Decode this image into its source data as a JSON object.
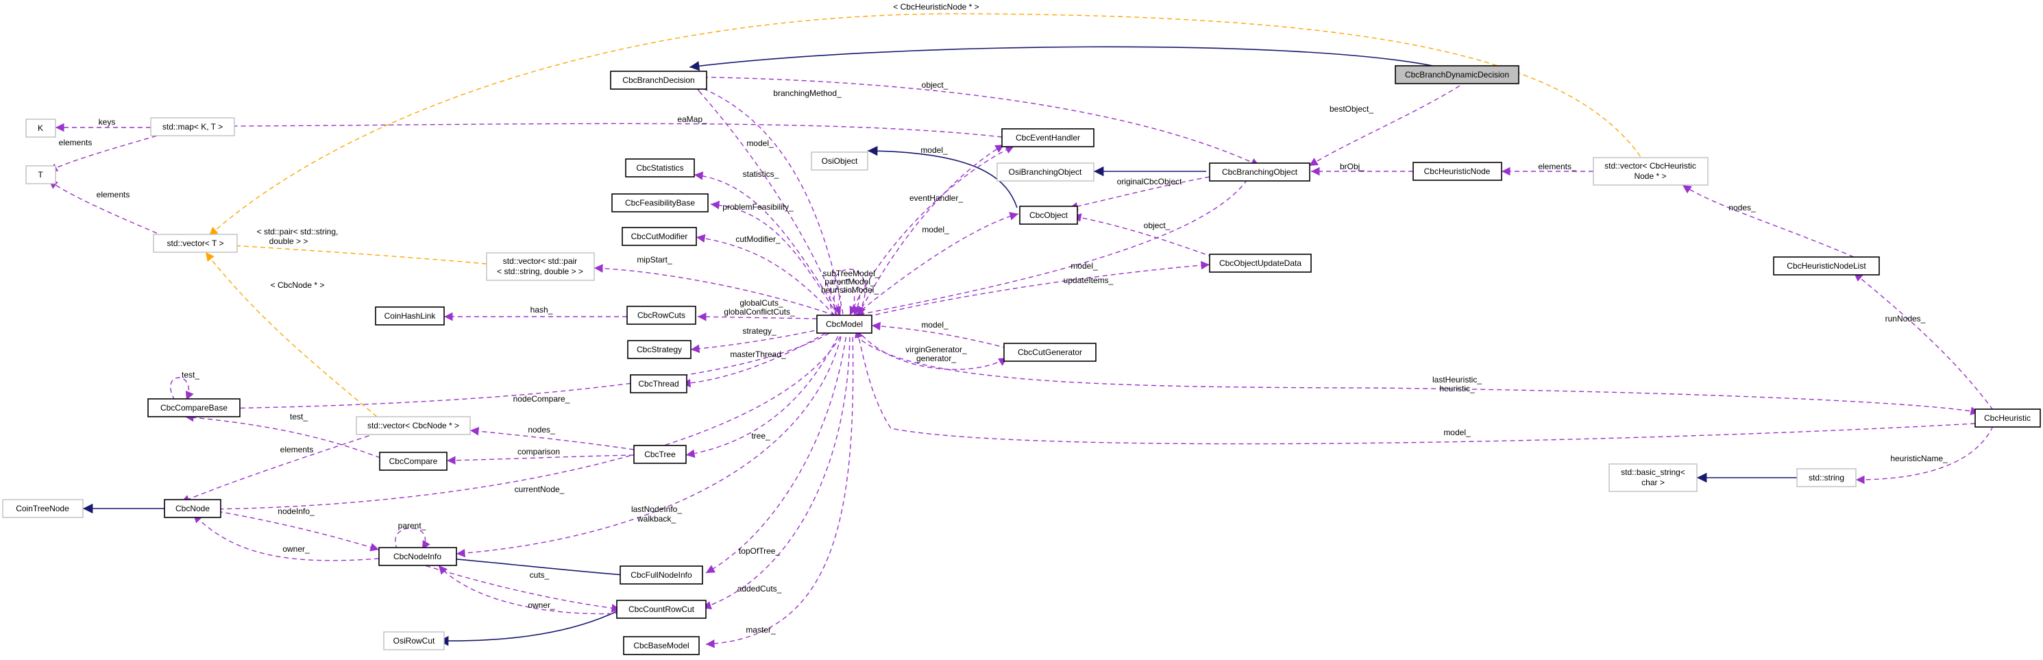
{
  "nodes": {
    "focus": "CbcBranchDynamicDecision",
    "branch_decision": "CbcBranchDecision",
    "branching_object": "CbcBranchingObject",
    "event_handler": "CbcEventHandler",
    "osi_object": "OsiObject",
    "osi_branching_object": "OsiBranchingObject",
    "cbc_object": "CbcObject",
    "object_update": "CbcObjectUpdateData",
    "statistics": "CbcStatistics",
    "feasibility": "CbcFeasibilityBase",
    "cut_modifier": "CbcCutModifier",
    "row_cuts": "CbcRowCuts",
    "strategy": "CbcStrategy",
    "thread": "CbcThread",
    "coin_hash_link": "CoinHashLink",
    "model": "CbcModel",
    "cut_generator": "CbcCutGenerator",
    "compare_base": "CbcCompareBase",
    "compare": "CbcCompare",
    "tree": "CbcTree",
    "vec_node": "std::vector< CbcNode * >",
    "vec_t": "std::vector< T >",
    "vec_pair_1": "std::vector< std::pair",
    "vec_pair_2": "< std::string, double > >",
    "map": "std::map< K, T >",
    "k": "K",
    "t": "T",
    "coin_tree_node": "CoinTreeNode",
    "node": "CbcNode",
    "node_info": "CbcNodeInfo",
    "full_node_info": "CbcFullNodeInfo",
    "count_row_cut": "CbcCountRowCut",
    "osi_row_cut": "OsiRowCut",
    "base_model": "CbcBaseModel",
    "heuristic_node": "CbcHeuristicNode",
    "vec_heur_1": "std::vector< CbcHeuristic",
    "vec_heur_2": "Node * >",
    "heuristic_node_list": "CbcHeuristicNodeList",
    "heuristic": "CbcHeuristic",
    "string": "std::string",
    "basic_string_1": "std::basic_string<",
    "basic_string_2": "char >"
  },
  "edge_labels": {
    "heuristic_node_tmpl": "< CbcHeuristicNode * >",
    "object": "object_",
    "best_object": "bestObject_",
    "branching_method": "branchingMethod_",
    "ea_map": "eaMap_",
    "keys": "keys",
    "elements_map": "elements",
    "model_decision": "model_",
    "model_event": "model_",
    "statistics": "statistics_",
    "event_handler": "eventHandler_",
    "problem_feasibility": "problemFeasibility_",
    "original_cbc_object": "originalCbcObject",
    "br_obj": "brObj_",
    "elements_heur": "elements_",
    "nodes_heur": "nodes_",
    "elements_vect": "elements",
    "pair_tmpl_1": "< std::pair< std::string,",
    "pair_tmpl_2": "double > >",
    "cut_modifier": "cutModifier_",
    "model_object": "model_",
    "object_update": "object_",
    "model_branching": "model_",
    "mip_start": "mipStart_",
    "sub_tree_model": "subTreeModel_",
    "parent_model": "parentModel_",
    "heuristic_model": "heuristicModel_",
    "update_items": "updateItems_",
    "global_cuts": "globalCuts_",
    "global_conflict_cuts": "globalConflictCuts_",
    "hash": "hash_",
    "model_cutgen": "model_",
    "virgin_generator": "virginGenerator_",
    "generator": "generator_",
    "strategy": "strategy_",
    "master_thread": "masterThread_",
    "node_tmpl": "< CbcNode * >",
    "test_self": "test_",
    "node_compare": "nodeCompare_",
    "test": "test_",
    "nodes": "nodes_",
    "comparison": "comparison",
    "tree": "tree_",
    "elements_node": "elements",
    "current_node": "currentNode_",
    "last_heuristic": "lastHeuristic_",
    "heuristic": "heuristic_",
    "run_nodes": "runNodes_",
    "model_heuristic": "model_",
    "heuristic_name": "heuristicName_",
    "node_info": "nodeInfo_",
    "parent": "parent_",
    "owner_node": "owner_",
    "last_node_info": "lastNodeInfo_",
    "walkback": "walkback_",
    "top_of_tree": "topOfTree_",
    "cuts": "cuts_",
    "owner_cut": "owner_",
    "added_cuts": "addedCuts_",
    "master": "master_"
  },
  "colors": {
    "inheritance": "#191970",
    "usage": "#9a32cd",
    "template": "#ffa500",
    "focus_fill": "#bfbfbf"
  }
}
